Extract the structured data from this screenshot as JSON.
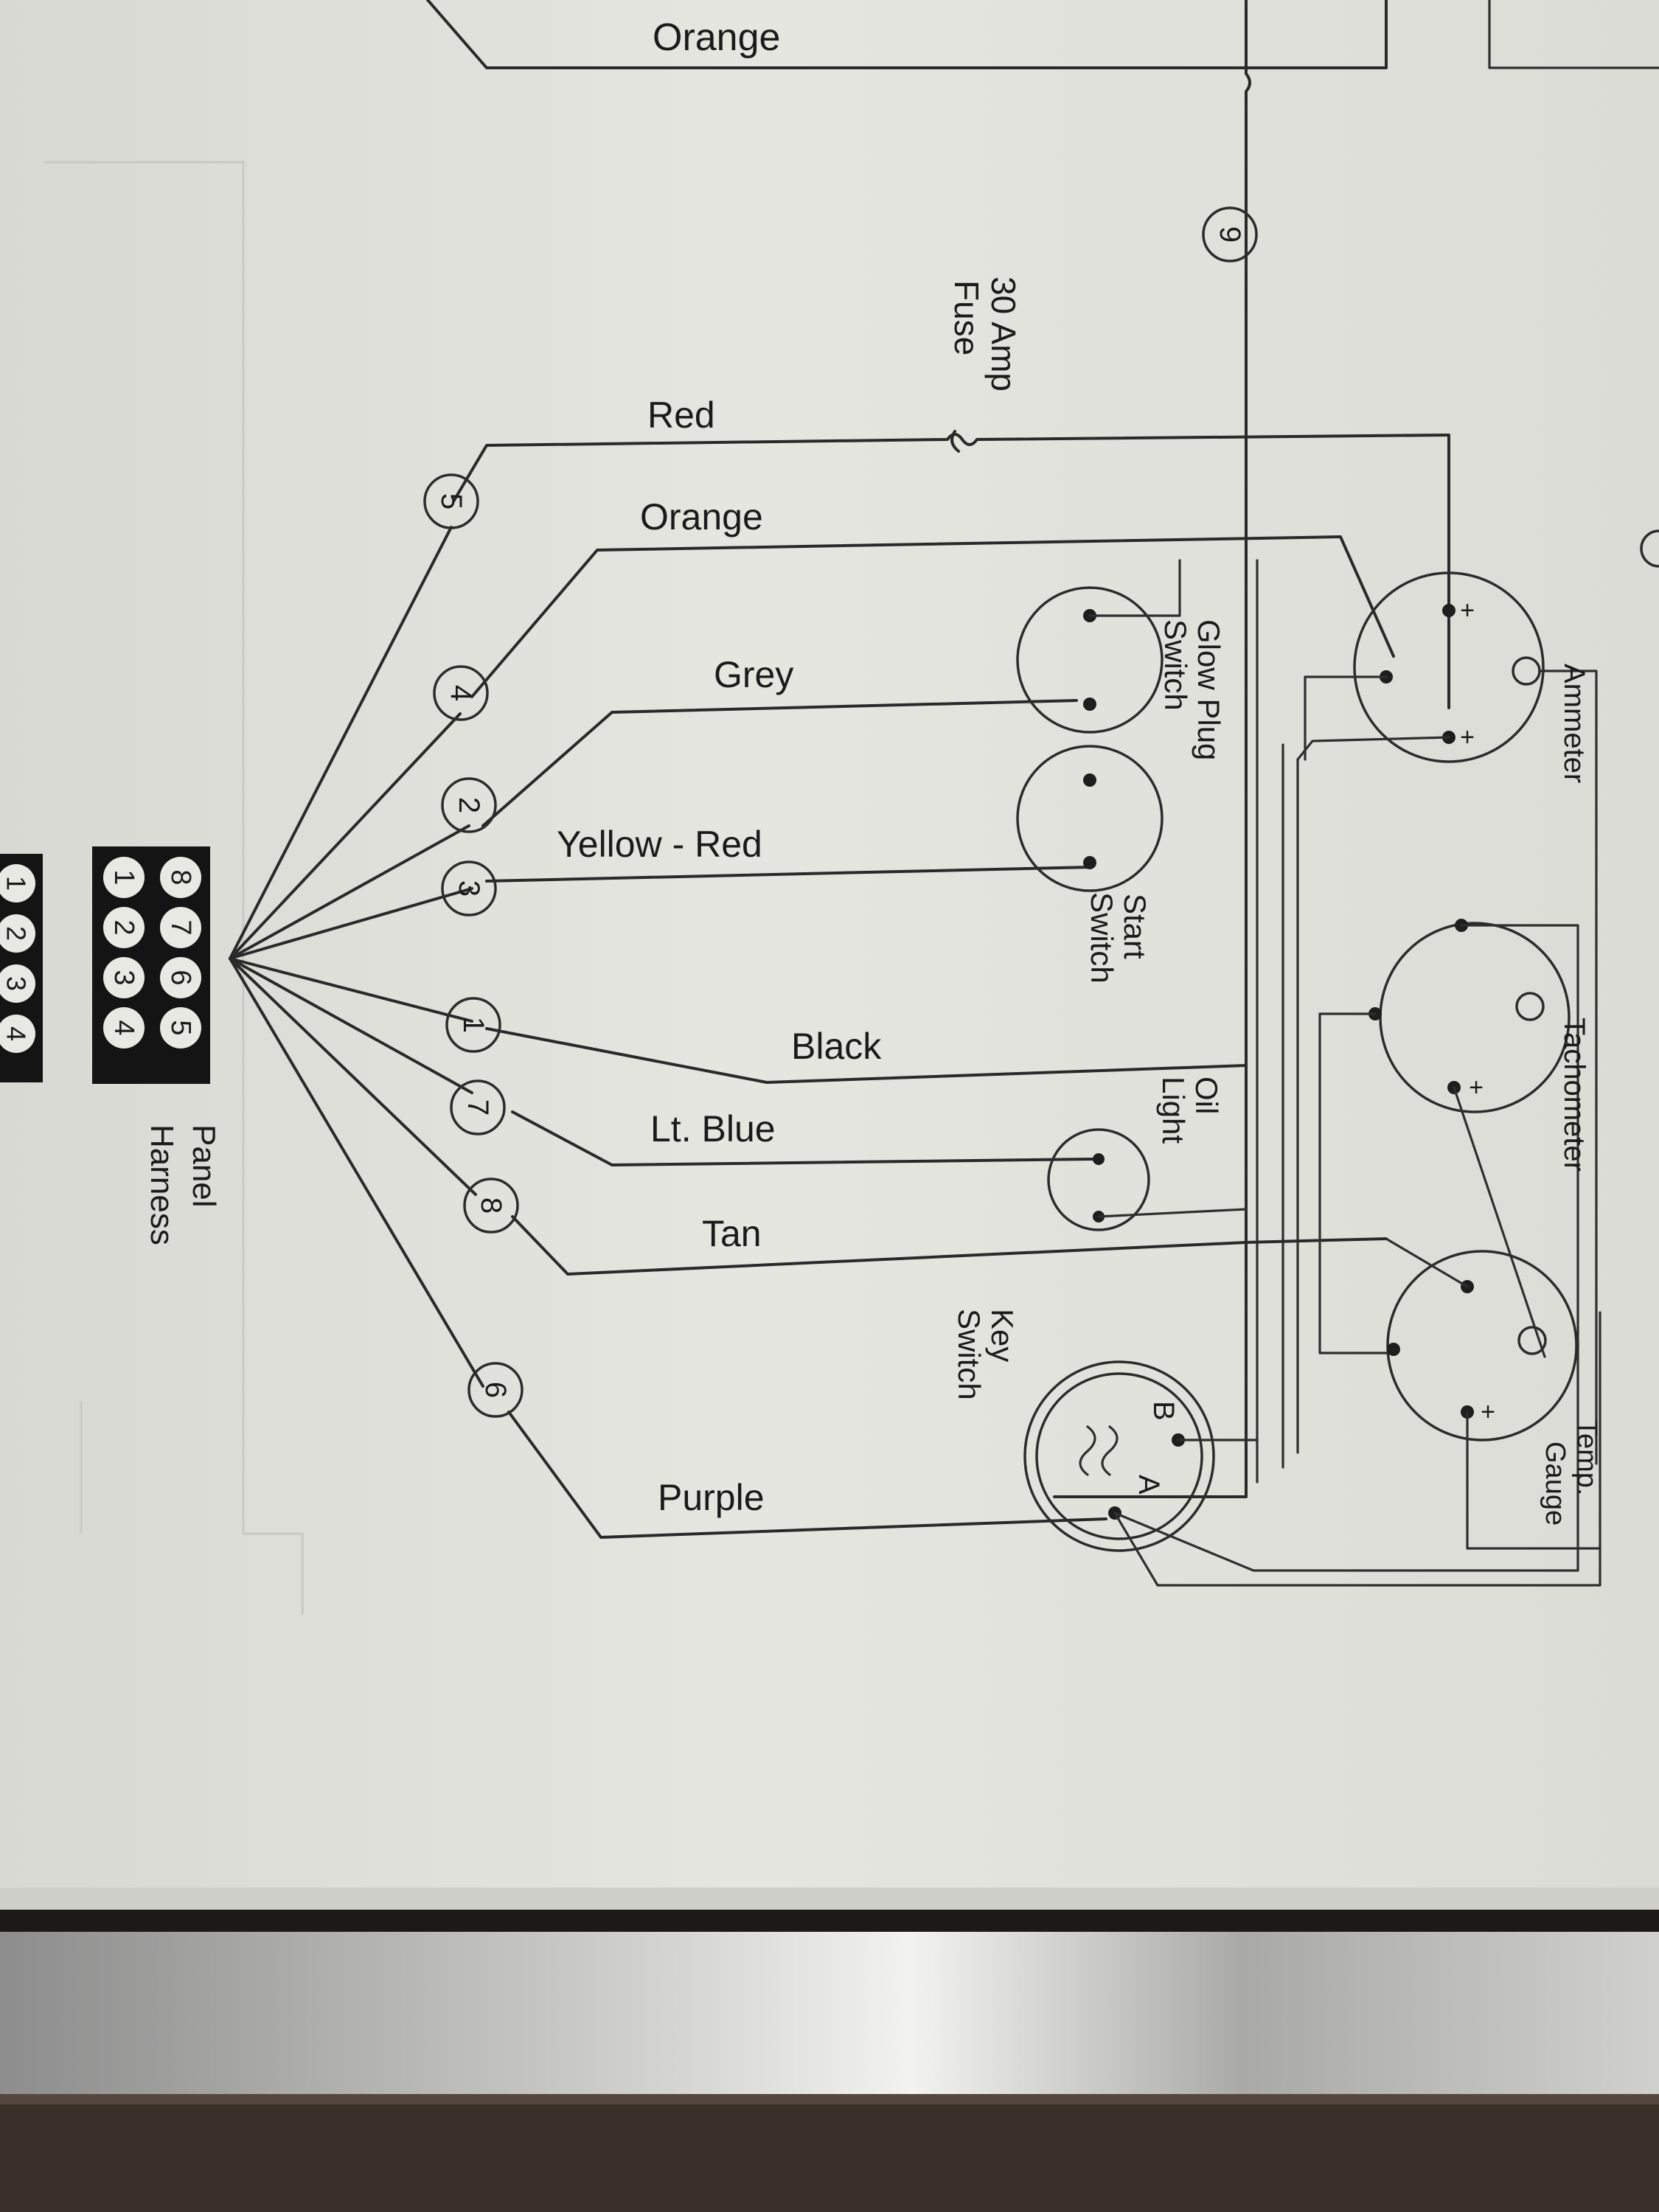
{
  "wires": {
    "orange_top": "Orange",
    "red": "Red",
    "orange": "Orange",
    "grey": "Grey",
    "yellow_red": "Yellow - Red",
    "black": "Black",
    "lt_blue": "Lt. Blue",
    "tan": "Tan",
    "purple": "Purple"
  },
  "fuse": {
    "line1": "30 Amp",
    "line2": "Fuse"
  },
  "components": {
    "glow_plug_switch": {
      "line1": "Glow Plug",
      "line2": "Switch"
    },
    "start_switch": {
      "line1": "Start",
      "line2": "Switch"
    },
    "oil_light": {
      "line1": "Oil",
      "line2": "Light"
    },
    "key_switch": {
      "line1": "Key",
      "line2": "Switch",
      "term_b": "B",
      "term_a": "A"
    },
    "ammeter": "Ammeter",
    "tachometer": "Tachometer",
    "temp_gauge": {
      "line1": "Temp.",
      "line2": "Gauge"
    },
    "plus": "+"
  },
  "harness": {
    "line1": "Panel",
    "line2": "Harness",
    "row_top": [
      "8",
      "7",
      "6",
      "5"
    ],
    "row_bottom": [
      "1",
      "2",
      "3",
      "4"
    ],
    "row_partial": [
      "1",
      "2",
      "3",
      "4"
    ]
  },
  "pins": {
    "p9": "9",
    "p5": "5",
    "p4": "4",
    "p2": "2",
    "p3": "3",
    "p1": "1",
    "p7": "7",
    "p8": "8",
    "p6": "6"
  },
  "colors": {
    "paper": "#e3e3dd",
    "ink": "#262626",
    "background": "#2a2622"
  }
}
